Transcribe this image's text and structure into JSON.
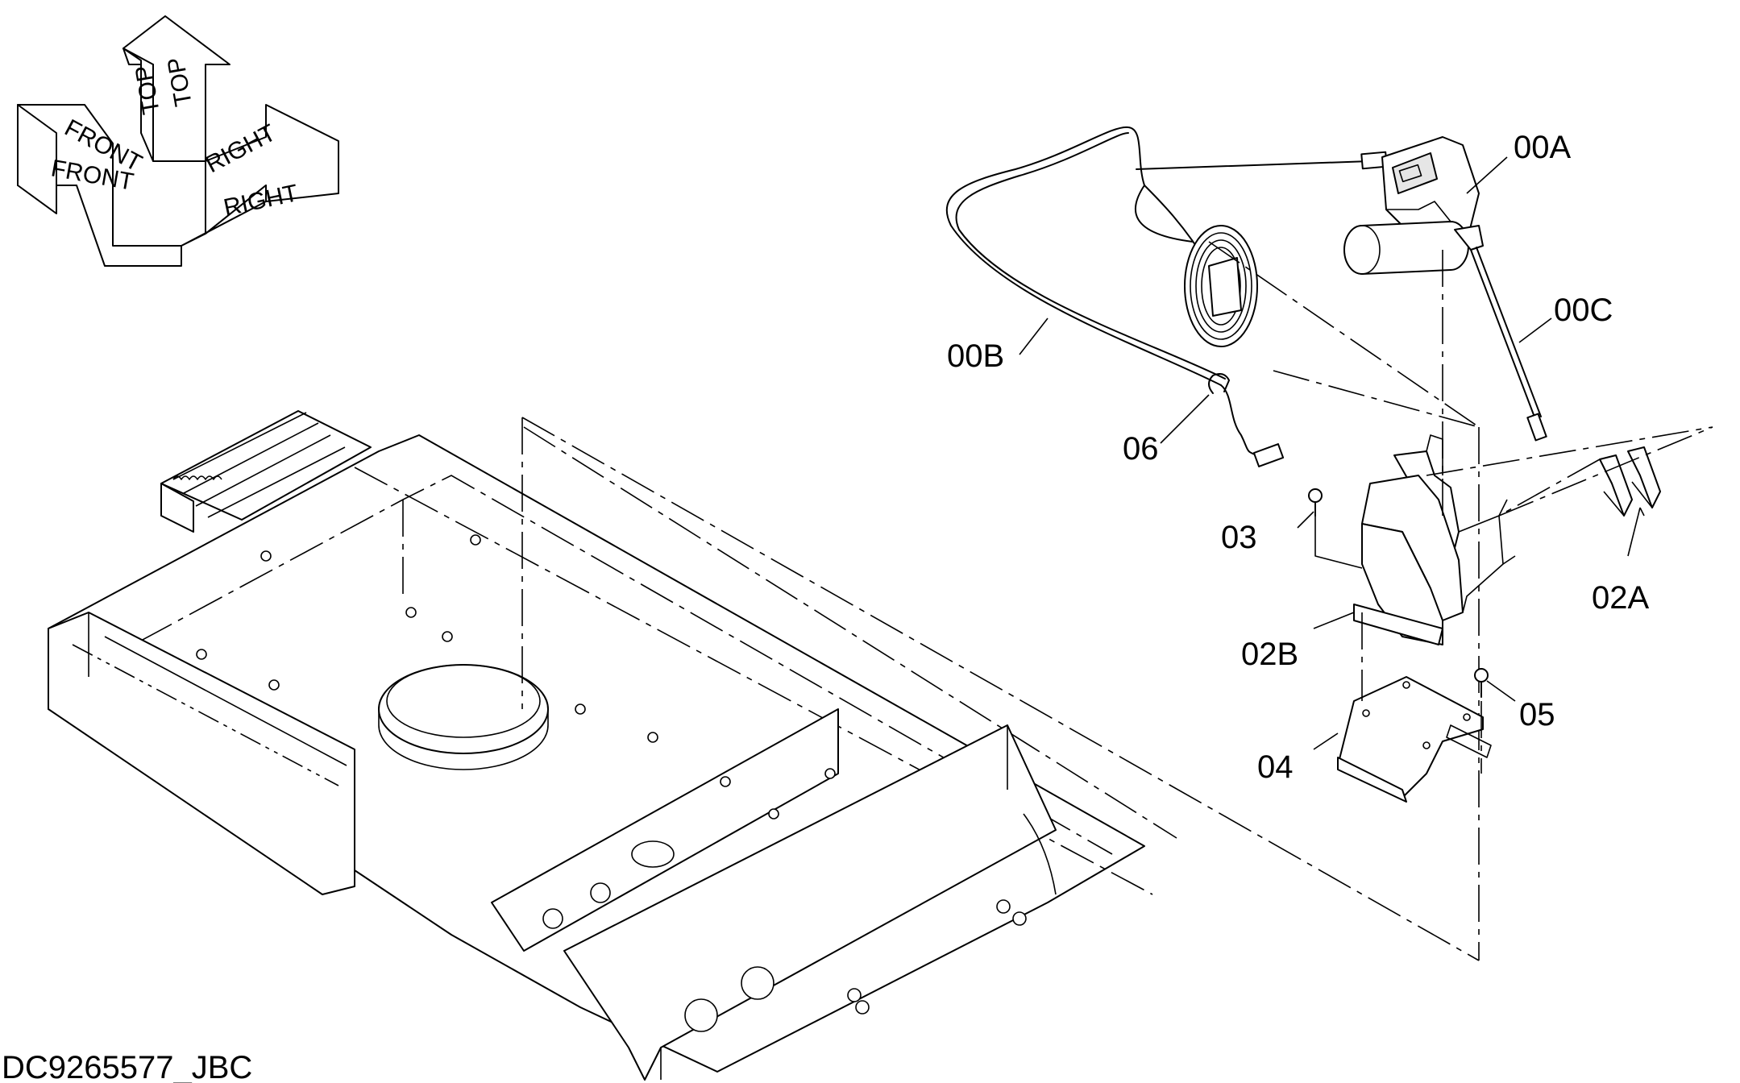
{
  "orientation": {
    "labels": [
      "FRONT",
      "FRONT",
      "TOP",
      "TOP",
      "RIGHT",
      "RIGHT"
    ]
  },
  "callouts": {
    "p00A": "00A",
    "p00B": "00B",
    "p00C": "00C",
    "p02A": "02A",
    "p02B": "02B",
    "p03": "03",
    "p04": "04",
    "p05": "05",
    "p06": "06"
  },
  "drawing_id": "DC9265577_JBC"
}
